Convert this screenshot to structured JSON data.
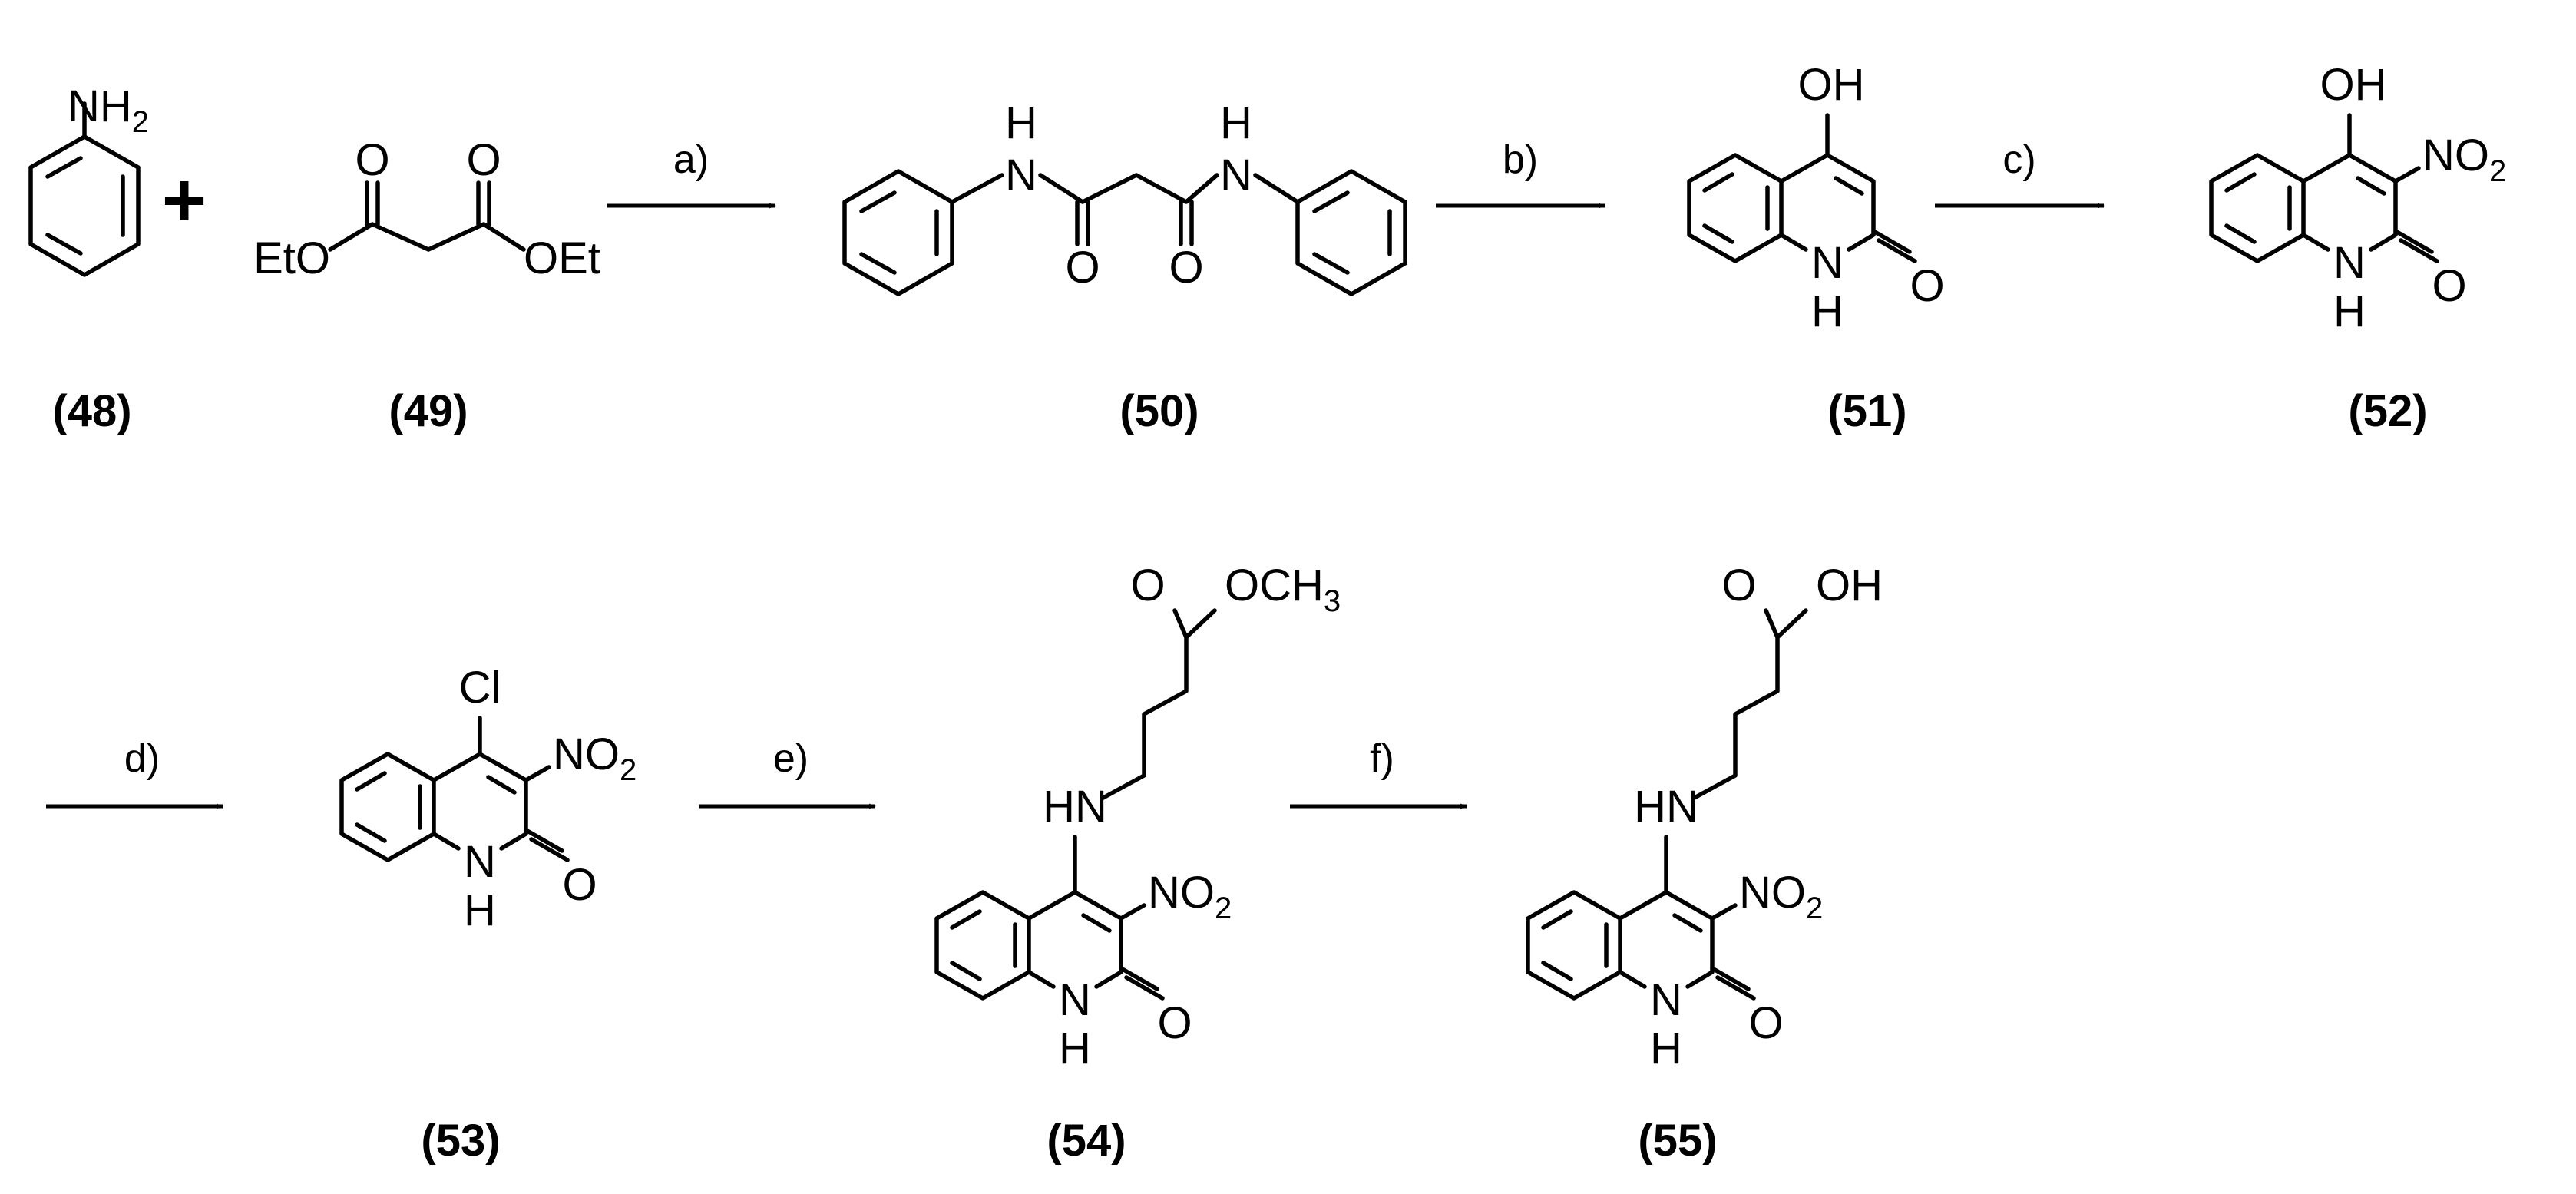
{
  "scheme": {
    "plus": "+",
    "atoms": {
      "nh2": "NH",
      "nh2_sub": "2",
      "eto": "EtO",
      "oet": "OEt",
      "o": "O",
      "h": "H",
      "n": "N",
      "oh": "OH",
      "no2": "NO",
      "no2_sub": "2",
      "cl": "Cl",
      "hn": "HN",
      "och3": "OCH",
      "och3_sub": "3"
    },
    "steps": [
      {
        "label": "a)"
      },
      {
        "label": "b)"
      },
      {
        "label": "c)"
      },
      {
        "label": "d)"
      },
      {
        "label": "e)"
      },
      {
        "label": "f)"
      }
    ],
    "compounds": [
      {
        "label": "(48)"
      },
      {
        "label": "(49)"
      },
      {
        "label": "(50)"
      },
      {
        "label": "(51)"
      },
      {
        "label": "(52)"
      },
      {
        "label": "(53)"
      },
      {
        "label": "(54)"
      },
      {
        "label": "(55)"
      }
    ]
  }
}
